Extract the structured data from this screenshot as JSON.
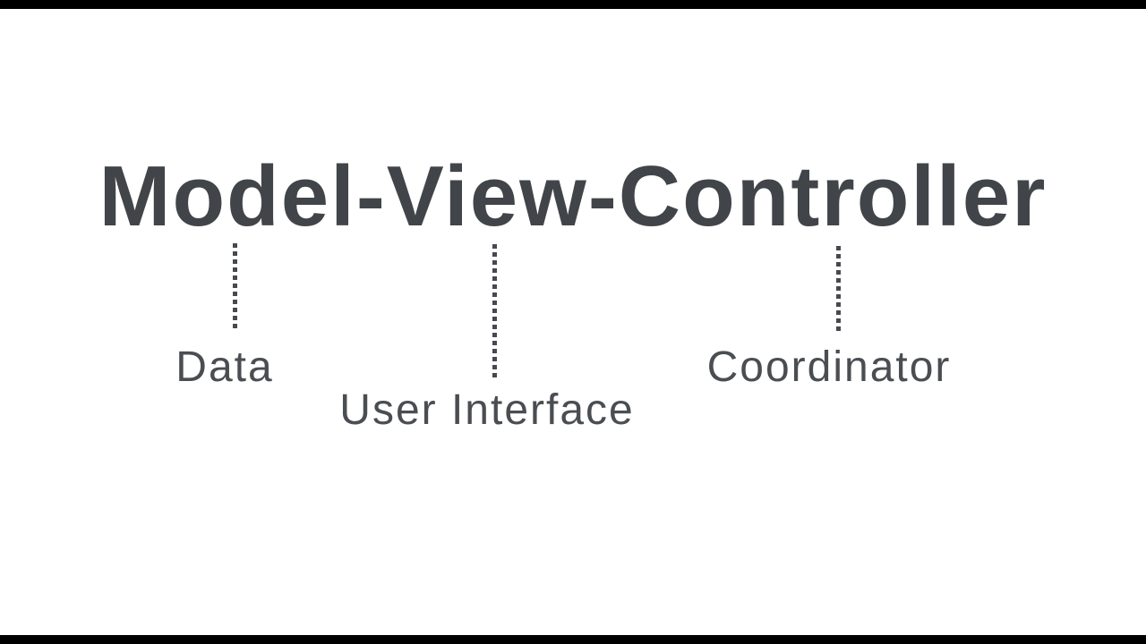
{
  "slide": {
    "title": "Model-View-Controller",
    "annotations": [
      {
        "component": "Model",
        "meaning": "Data"
      },
      {
        "component": "View",
        "meaning": "User Interface"
      },
      {
        "component": "Controller",
        "meaning": "Coordinator"
      }
    ],
    "colors": {
      "ink_title": "#414549",
      "ink_label": "#4a4d52",
      "connector_dots": "#46494e",
      "background": "#ffffff",
      "letterbox": "#000000"
    }
  }
}
